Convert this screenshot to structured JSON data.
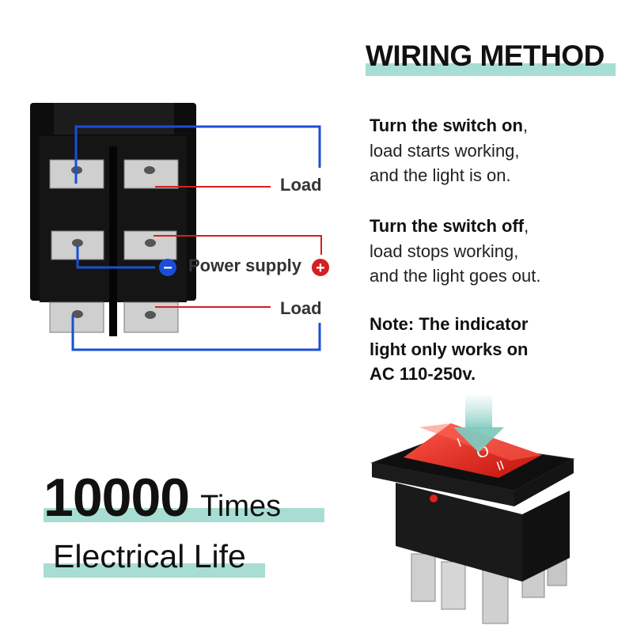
{
  "heading": "WIRING METHOD",
  "para_on": {
    "bold": "Turn the switch on",
    "tail": ",",
    "line2": "load starts working,",
    "line3": "and the light is on."
  },
  "para_off": {
    "bold": "Turn the switch off",
    "tail": ",",
    "line2": "load stops working,",
    "line3": "and the light goes out."
  },
  "note": {
    "line1": "Note: The indicator",
    "line2": "light only works on",
    "line3": "AC 110-250v."
  },
  "diagram": {
    "load_top": "Load",
    "power_supply": "Power supply",
    "load_bottom": "Load",
    "minus": "−",
    "plus": "+"
  },
  "switch_symbols": {
    "on": "I",
    "off": "O",
    "second": "II"
  },
  "life": {
    "number": "10000",
    "unit": "Times",
    "line2": "Electrical Life"
  },
  "colors": {
    "accent": "#a8ddd3",
    "wire_blue": "#1a4ed8",
    "wire_red": "#d42020",
    "switch_red": "#e0201a"
  }
}
